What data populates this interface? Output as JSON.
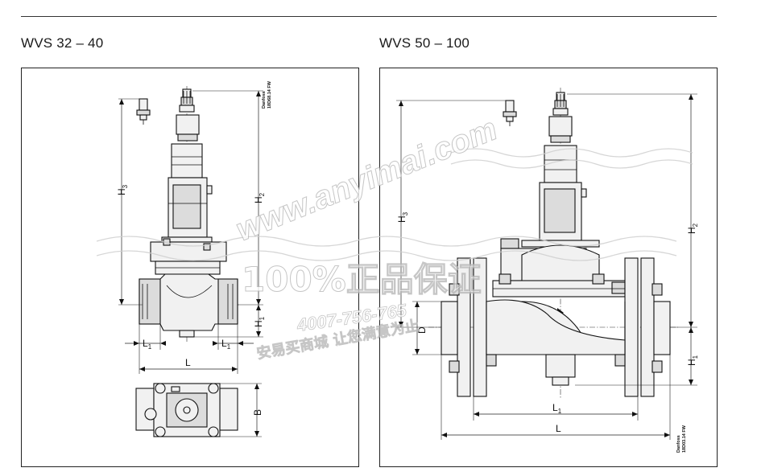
{
  "sections": [
    {
      "title": "WVS 32 – 40",
      "drawing_code_line1": "Danfoss",
      "drawing_code_line2": "18D68.14 FW",
      "dimensions": {
        "h3": "H",
        "h3_sub": "3",
        "h2": "H",
        "h2_sub": "2",
        "h1": "H",
        "h1_sub": "1",
        "l1_left": "L",
        "l1_left_sub": "1",
        "l1_right": "L",
        "l1_right_sub": "1",
        "l": "L",
        "b": "B"
      }
    },
    {
      "title": "WVS 50 – 100",
      "drawing_code_line1": "Danfoss",
      "drawing_code_line2": "18D03.14 FW",
      "dimensions": {
        "h3": "H",
        "h3_sub": "3",
        "h2": "H",
        "h2_sub": "2",
        "h1": "H",
        "h1_sub": "1",
        "d": "D",
        "l1": "L",
        "l1_sub": "1",
        "l": "L"
      }
    }
  ],
  "watermark": {
    "line1": "www.anyimai.com",
    "line2": "100%正品保证",
    "line3": "4007-756-765",
    "line4": "安易买商城 让您满意为止"
  },
  "colors": {
    "line": "#111111",
    "fill": "#f1f1f1",
    "watermark": "#bfbfbf"
  }
}
